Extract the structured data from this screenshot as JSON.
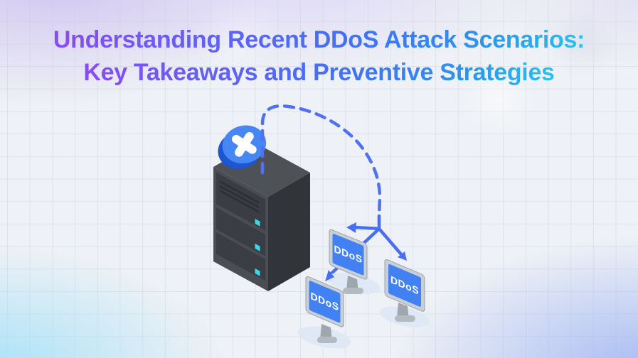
{
  "title": {
    "line1": "Understanding Recent DDoS Attack Scenarios:",
    "line2": "Key Takeaways and Preventive Strategies"
  },
  "illustration": {
    "server": {
      "icon": "server-rack-icon"
    },
    "block_icon": "cross-disc-icon",
    "attackers": [
      {
        "label": "DDoS",
        "icon": "monitor-icon"
      },
      {
        "label": "DDoS",
        "icon": "monitor-icon"
      },
      {
        "label": "DDoS",
        "icon": "monitor-icon"
      }
    ]
  },
  "colors": {
    "title_gradient_start": "#8a4cf0",
    "title_gradient_mid": "#4173f2",
    "title_gradient_end": "#2ec2ea",
    "monitor_screen": "#4181f2",
    "attack_line": "#5170f2",
    "server_front": "#3a3e44",
    "server_top": "#4e5257",
    "led": "#38d8e8",
    "block_disc": "#4687f4",
    "bg_tint_top": "#d4caf6",
    "bg_tint_bottom_left": "#a0e0f8",
    "bg_tint_bottom_right": "#9eb4f4"
  }
}
